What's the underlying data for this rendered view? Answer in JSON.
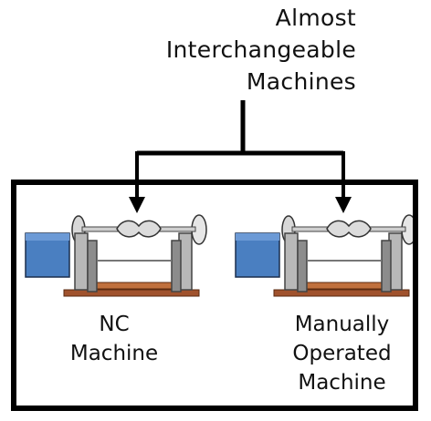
{
  "heading": {
    "line1": "Almost",
    "line2": "Interchangeable",
    "line3": "Machines"
  },
  "machines": [
    {
      "line1": "NC",
      "line2": "Machine"
    },
    {
      "line1": "Manually",
      "line2": "Operated",
      "line3": "Machine"
    }
  ],
  "colors": {
    "motor": "#4a7fc1",
    "motor_dark": "#2e5a94",
    "base": "#a0522d",
    "frame": "#b8b8b8",
    "frame_dark": "#6f6f6f",
    "outline": "#000000"
  }
}
